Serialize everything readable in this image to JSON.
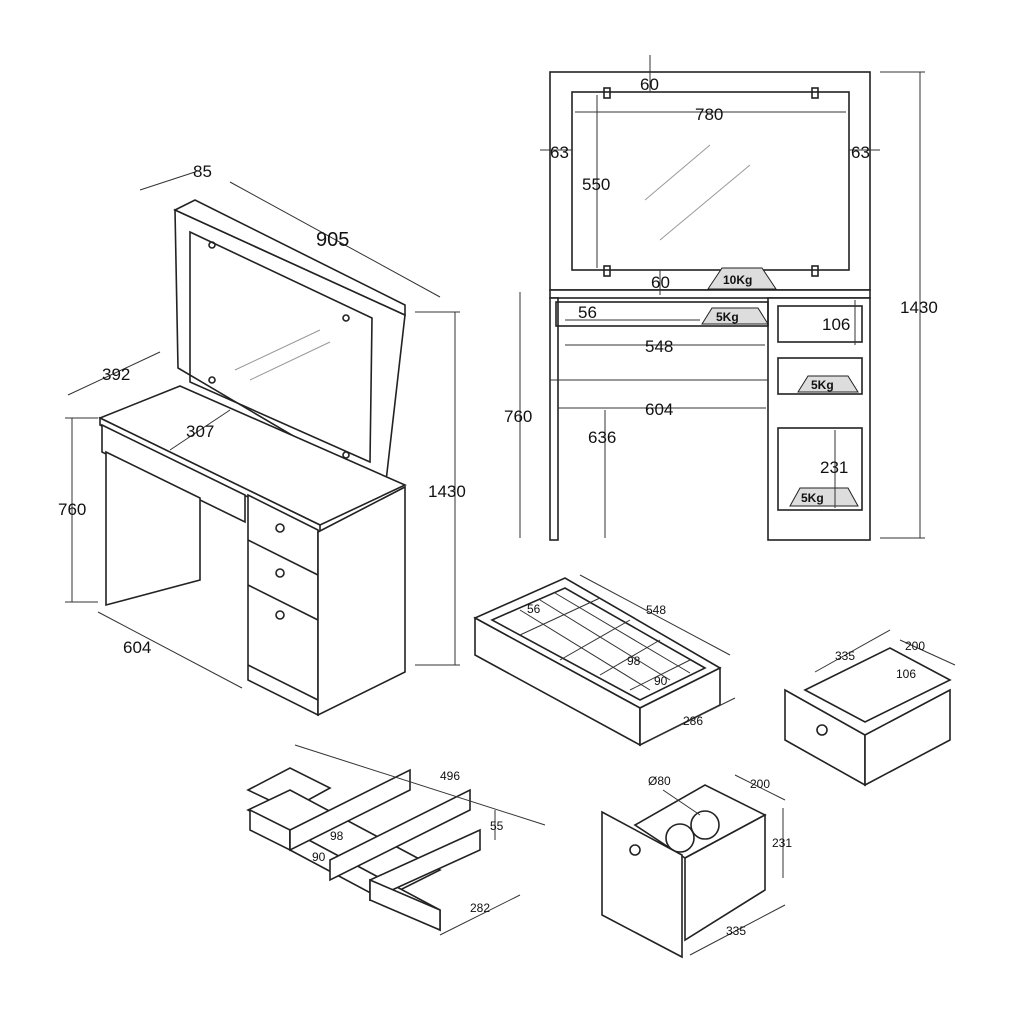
{
  "left_view": {
    "depth_top": "85",
    "width": "905",
    "depth": "392",
    "drawer_inner": "307",
    "desk_height": "760",
    "total_height": "1430",
    "desk_width": "604"
  },
  "front_view": {
    "mirror_top_margin": "60",
    "mirror_width": "780",
    "side_margin_left": "63",
    "side_margin_right": "63",
    "mirror_height": "550",
    "mirror_bottom_margin": "60",
    "mirror_load": "10Kg",
    "drawer_depth": "56",
    "drawer_load": "5Kg",
    "small_drawer_height": "106",
    "drawer_width": "548",
    "desk_height": "760",
    "knee_width": "604",
    "knee_height": "636",
    "mid_drawer_load": "5Kg",
    "cabinet_height": "231",
    "bottom_load": "5Kg",
    "total_height": "1430"
  },
  "organizer_drawer": {
    "length": "548",
    "cell_depth": "56",
    "cell_a": "98",
    "cell_b": "90",
    "width": "286"
  },
  "small_drawer": {
    "length": "335",
    "depth": "200",
    "height": "106"
  },
  "grid_insert": {
    "length": "496",
    "height": "55",
    "cell_a": "98",
    "cell_b": "90",
    "width": "282"
  },
  "cabinet_drawer": {
    "hole_diameter": "Ø80",
    "depth": "200",
    "height": "231",
    "length": "335"
  }
}
